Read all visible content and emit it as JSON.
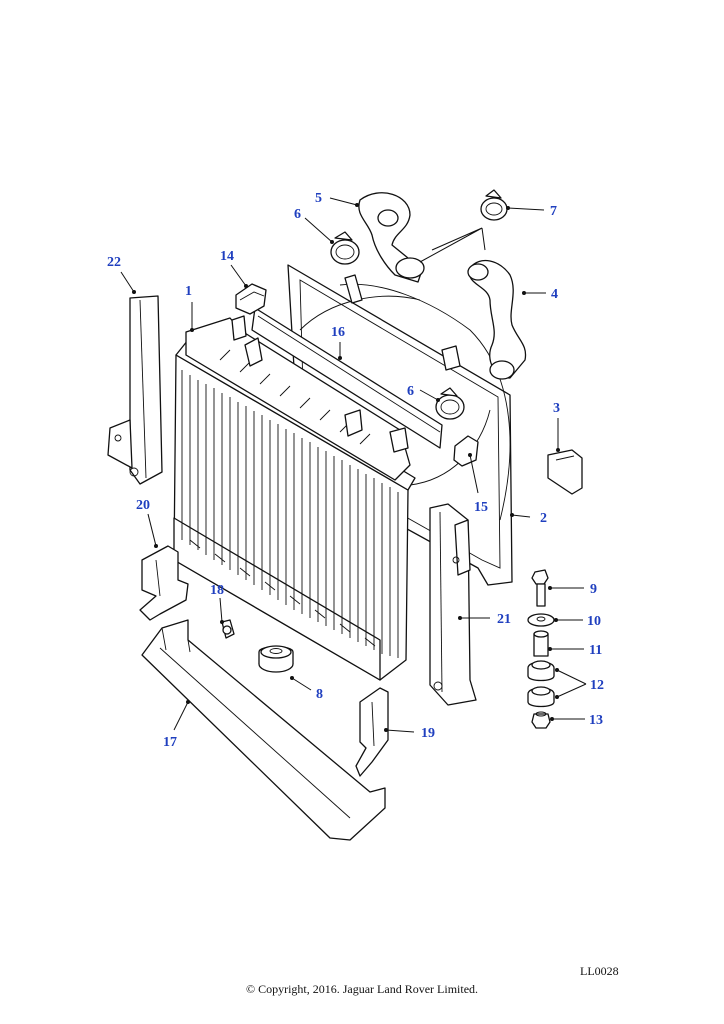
{
  "reference_code": "LL0028",
  "copyright": "© Copyright, 2016. Jaguar Land Rover Limited.",
  "callouts": [
    {
      "id": "c1",
      "label": "1"
    },
    {
      "id": "c2",
      "label": "2"
    },
    {
      "id": "c3",
      "label": "3"
    },
    {
      "id": "c4",
      "label": "4"
    },
    {
      "id": "c5",
      "label": "5"
    },
    {
      "id": "c6a",
      "label": "6"
    },
    {
      "id": "c6b",
      "label": "6"
    },
    {
      "id": "c7",
      "label": "7"
    },
    {
      "id": "c8",
      "label": "8"
    },
    {
      "id": "c9",
      "label": "9"
    },
    {
      "id": "c10",
      "label": "10"
    },
    {
      "id": "c11",
      "label": "11"
    },
    {
      "id": "c12",
      "label": "12"
    },
    {
      "id": "c13",
      "label": "13"
    },
    {
      "id": "c14",
      "label": "14"
    },
    {
      "id": "c15",
      "label": "15"
    },
    {
      "id": "c16",
      "label": "16"
    },
    {
      "id": "c17",
      "label": "17"
    },
    {
      "id": "c18",
      "label": "18"
    },
    {
      "id": "c19",
      "label": "19"
    },
    {
      "id": "c20",
      "label": "20"
    },
    {
      "id": "c21",
      "label": "21"
    },
    {
      "id": "c22",
      "label": "22"
    }
  ]
}
